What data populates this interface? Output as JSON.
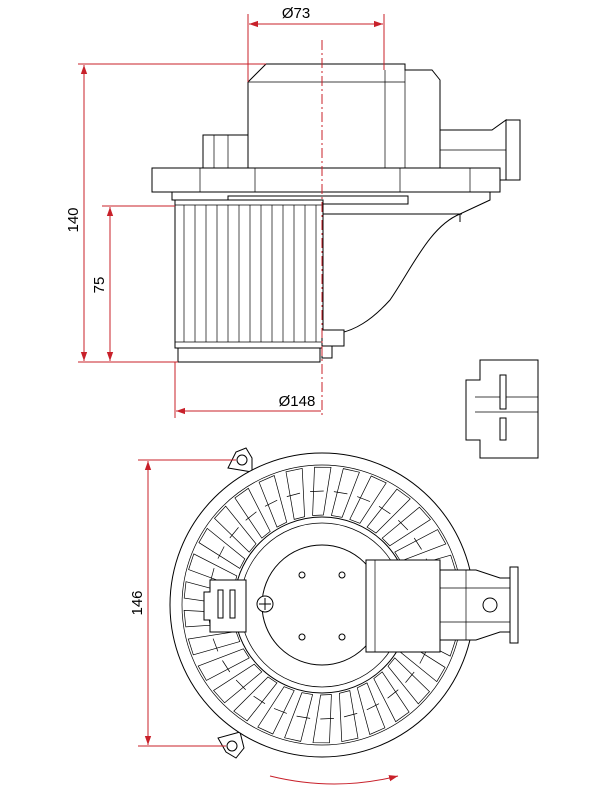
{
  "dimensions": {
    "shaft_diameter": "Ø73",
    "overall_height": "140",
    "wheel_height": "75",
    "wheel_diameter": "Ø148",
    "mount_span": "146"
  },
  "colors": {
    "line": "#000000",
    "dimension": "#c8202a",
    "background": "#ffffff"
  },
  "icons": [
    "connector-pin-icon",
    "rotation-arrow-icon",
    "screw-icon"
  ]
}
